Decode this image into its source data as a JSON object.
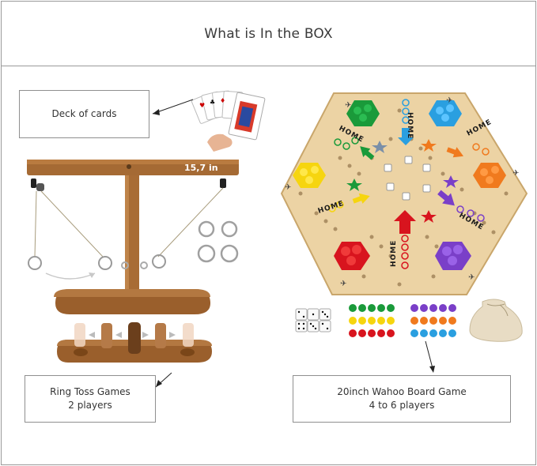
{
  "header": {
    "title": "What is In the BOX"
  },
  "deck_box": {
    "line1": "Deck of cards"
  },
  "ring_box": {
    "line1": "Ring Toss Games",
    "line2": "2 players"
  },
  "wahoo_box": {
    "line1": "20inch Wahoo Board Game",
    "line2": "4 to 6 players"
  },
  "ring_toss": {
    "dimension_label": "15,7 in"
  },
  "wahoo_board": {
    "home_label": "HOME"
  },
  "colors": {
    "wood": "#c8924f",
    "board": "#ecd3a4",
    "green": "#1a9a3a",
    "blue": "#2a9fe0",
    "orange": "#f07a1e",
    "yellow": "#f6d50f",
    "red": "#d8141e",
    "purple": "#7a3fc8"
  }
}
